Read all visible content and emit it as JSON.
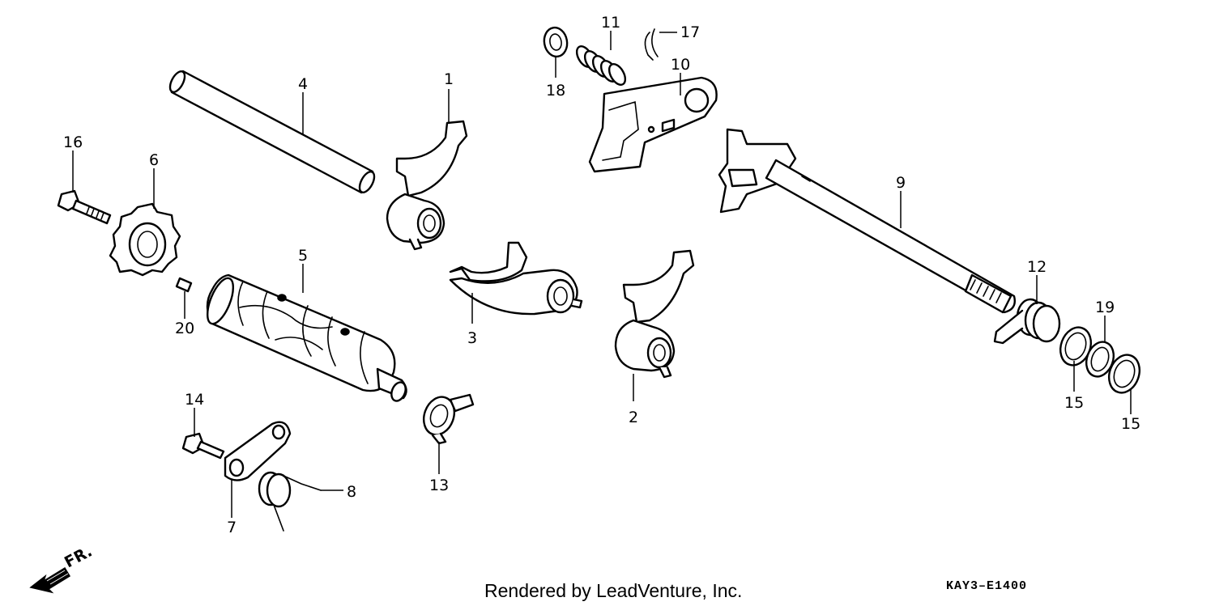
{
  "diagram": {
    "callouts": {
      "c1": "1",
      "c2": "2",
      "c3": "3",
      "c4": "4",
      "c5": "5",
      "c6": "6",
      "c7": "7",
      "c8": "8",
      "c9": "9",
      "c10": "10",
      "c11": "11",
      "c12": "12",
      "c13": "13",
      "c14": "14",
      "c15a": "15",
      "c15b": "15",
      "c16": "16",
      "c17": "17",
      "c18": "18",
      "c19": "19",
      "c20": "20"
    },
    "front_indicator": "FR.",
    "credit": "Rendered by LeadVenture, Inc.",
    "code": "KAY3–E1400"
  }
}
